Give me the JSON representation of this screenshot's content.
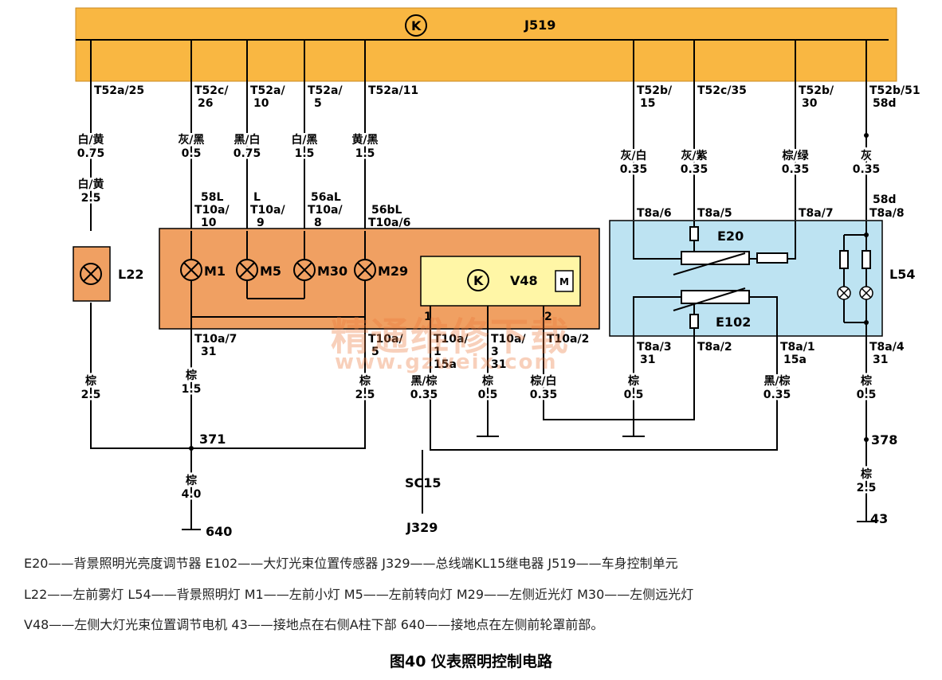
{
  "colors": {
    "j519_fill": "#f9b742",
    "module_fill": "#f0a062",
    "l22_fill": "#f0a062",
    "v48_fill": "#fff6a6",
    "e20_fill": "#bde3f2",
    "wire": "#000000",
    "watermark": "#eb783c"
  },
  "j519": {
    "label": "J519",
    "icon": "relay-k-icon"
  },
  "pins_top": {
    "p1": "T52a/25",
    "p2a": "T52c/",
    "p2b": "26",
    "p3a": "T52a/",
    "p3b": "10",
    "p4a": "T52a/",
    "p4b": "5",
    "p5": "T52a/11",
    "p6a": "T52b/",
    "p6b": "15",
    "p7": "T52c/35",
    "p8a": "T52b/",
    "p8b": "30",
    "p9a": "T52b/51",
    "p9b": "58d"
  },
  "wires_upper": {
    "w1a": "白/黄",
    "w1b": "0.75",
    "w1c": "白/黄",
    "w1d": "2.5",
    "w2a": "灰/黑",
    "w2b": "0.5",
    "w3a": "黑/白",
    "w3b": "0.75",
    "w4a": "白/黑",
    "w4b": "1.5",
    "w5a": "黄/黑",
    "w5b": "1.5",
    "w6a": "灰/白",
    "w6b": "0.35",
    "w7a": "灰/紫",
    "w7b": "0.35",
    "w8a": "棕/绿",
    "w8b": "0.35",
    "w9a": "灰",
    "w9b": "0.35"
  },
  "module_pins_top": {
    "m1a": "58L",
    "m1b": "T10a/",
    "m1c": "10",
    "m2a": "L",
    "m2b": "T10a/",
    "m2c": "9",
    "m3a": "56aL",
    "m3b": "T10a/",
    "m3c": "8",
    "m4a": "56bL",
    "m4b": "T10a/6",
    "e1": "T8a/6",
    "e2": "T8a/5",
    "e3": "T8a/7",
    "e4a": "58d",
    "e4b": "T8a/8"
  },
  "components": {
    "l22": "L22",
    "m1": "M1",
    "m5": "M5",
    "m30": "M30",
    "m29": "M29",
    "v48": "V48",
    "v48_pin1": "1",
    "v48_pin2": "2",
    "e20": "E20",
    "e102": "E102",
    "l54": "L54"
  },
  "module_pins_bottom": {
    "b1a": "T10a/7",
    "b1b": "31",
    "b2a": "T10a/",
    "b2b": "5",
    "b3a": "T10a/",
    "b3b": "1",
    "b3c": "15a",
    "b4a": "T10a/",
    "b4b": "3",
    "b4c": "31",
    "b5": "T10a/2",
    "b6a": "T8a/3",
    "b6b": "31",
    "b7": "T8a/2",
    "b8a": "T8a/1",
    "b8b": "15a",
    "b9a": "T8a/4",
    "b9b": "31"
  },
  "wires_lower": {
    "l1a": "棕",
    "l1b": "2.5",
    "l2a": "棕",
    "l2b": "1.5",
    "l3a": "棕",
    "l3b": "2.5",
    "l4a": "黑/棕",
    "l4b": "0.35",
    "l5a": "棕",
    "l5b": "0.5",
    "l6a": "棕/白",
    "l6b": "0.35",
    "l7a": "棕",
    "l7b": "0.5",
    "l8a": "黑/棕",
    "l8b": "0.35",
    "l9a": "棕",
    "l9b": "0.5",
    "g1a": "棕",
    "g1b": "4.0",
    "g2a": "棕",
    "g2b": "2.5"
  },
  "nodes": {
    "n371": "371",
    "n378": "378",
    "sc15": "SC15",
    "j329": "J329",
    "g640": "640",
    "g43": "43"
  },
  "legend": {
    "line1": "E20——背景照明光亮度调节器 E102——大灯光束位置传感器 J329——总线端KL15继电器 J519——车身控制单元",
    "line2": "L22——左前雾灯 L54——背景照明灯 M1——左前小灯 M5——左前转向灯 M29——左侧近光灯 M30——左侧远光灯",
    "line3": "V48——左侧大灯光束位置调节电机 43——接地点在右侧A柱下部 640——接地点在左侧前轮罩前部。"
  },
  "caption": "图40 仪表照明控制电路",
  "watermark": {
    "text": "精通维修下载",
    "url": "www.gzweix.com"
  }
}
